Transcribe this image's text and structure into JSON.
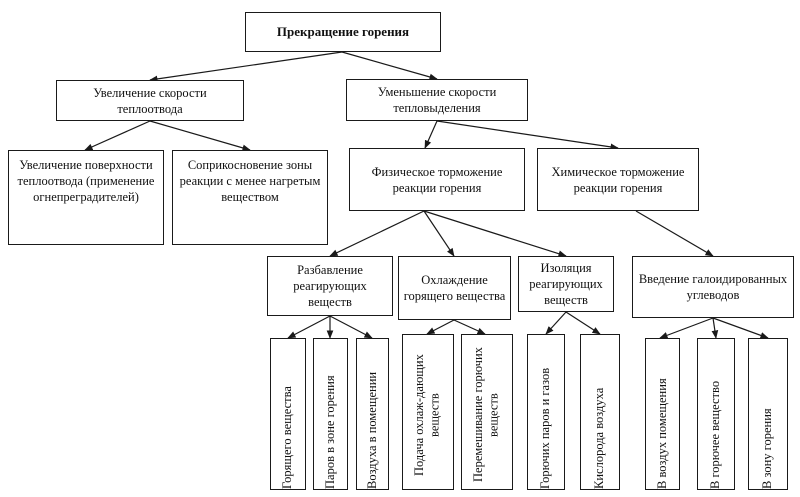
{
  "diagram": {
    "root": "Прекращение горения",
    "heat_removal": "Увеличение скорости теплоотвода",
    "heat_release": "Уменьшение скорости тепловыделения",
    "surface_increase": "Увеличение поверхности теплоотвода (применение огнепреградителей)",
    "contact_zone": "Соприкосновение зоны реакции с менее нагретым веществом",
    "physical_inhibition": "Физическое торможение реакции горения",
    "chemical_inhibition": "Химическое торможение реакции горения",
    "dilution": "Разбавление реагирующих веществ",
    "cooling": "Охлаждение горящего вещества",
    "isolation": "Изоляция реагирующих веществ",
    "halogen": "Введение галоидированных углеводов",
    "dil_burning": "Горящего вещества",
    "dil_vapors": "Паров в зоне горения",
    "dil_air": "Воздуха в помещении",
    "cool_supply": "Подача охлаж-дающих веществ",
    "cool_mixing": "Перемешивание горючих веществ",
    "iso_vapors": "Горючих паров и газов",
    "iso_oxygen": "Кислорода воздуха",
    "hal_air": "В воздух помещения",
    "hal_fuel": "В горючее вещество",
    "hal_zone": "В зону горения"
  }
}
